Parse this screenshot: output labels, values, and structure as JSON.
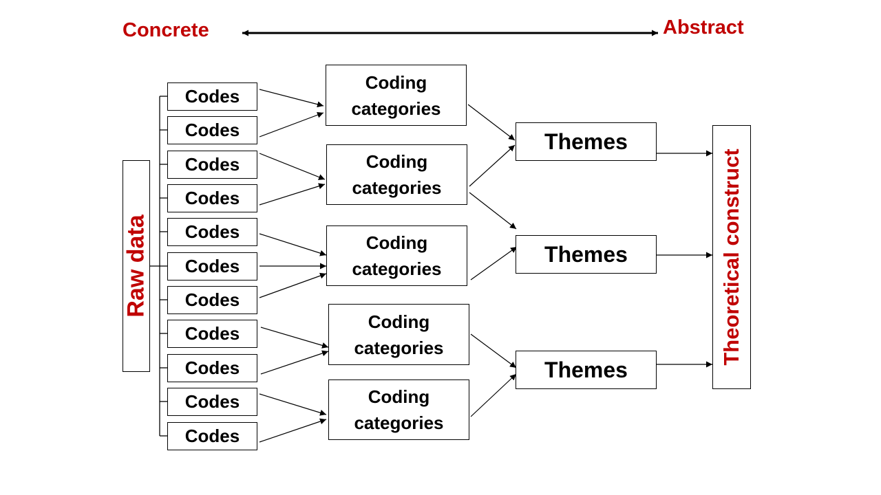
{
  "axis": {
    "left_label": "Concrete",
    "right_label": "Abstract",
    "color": "#c00000"
  },
  "raw_data": {
    "label": "Raw data"
  },
  "codes": [
    "Codes",
    "Codes",
    "Codes",
    "Codes",
    "Codes",
    "Codes",
    "Codes",
    "Codes",
    "Codes",
    "Codes",
    "Codes"
  ],
  "coding_categories": [
    "Coding\ncategories",
    "Coding\ncategories",
    "Coding\ncategories",
    "Coding\ncategories",
    "Coding\ncategories"
  ],
  "themes": [
    "Themes",
    "Themes",
    "Themes"
  ],
  "theoretical_construct": {
    "label": "Theoretical construct"
  }
}
